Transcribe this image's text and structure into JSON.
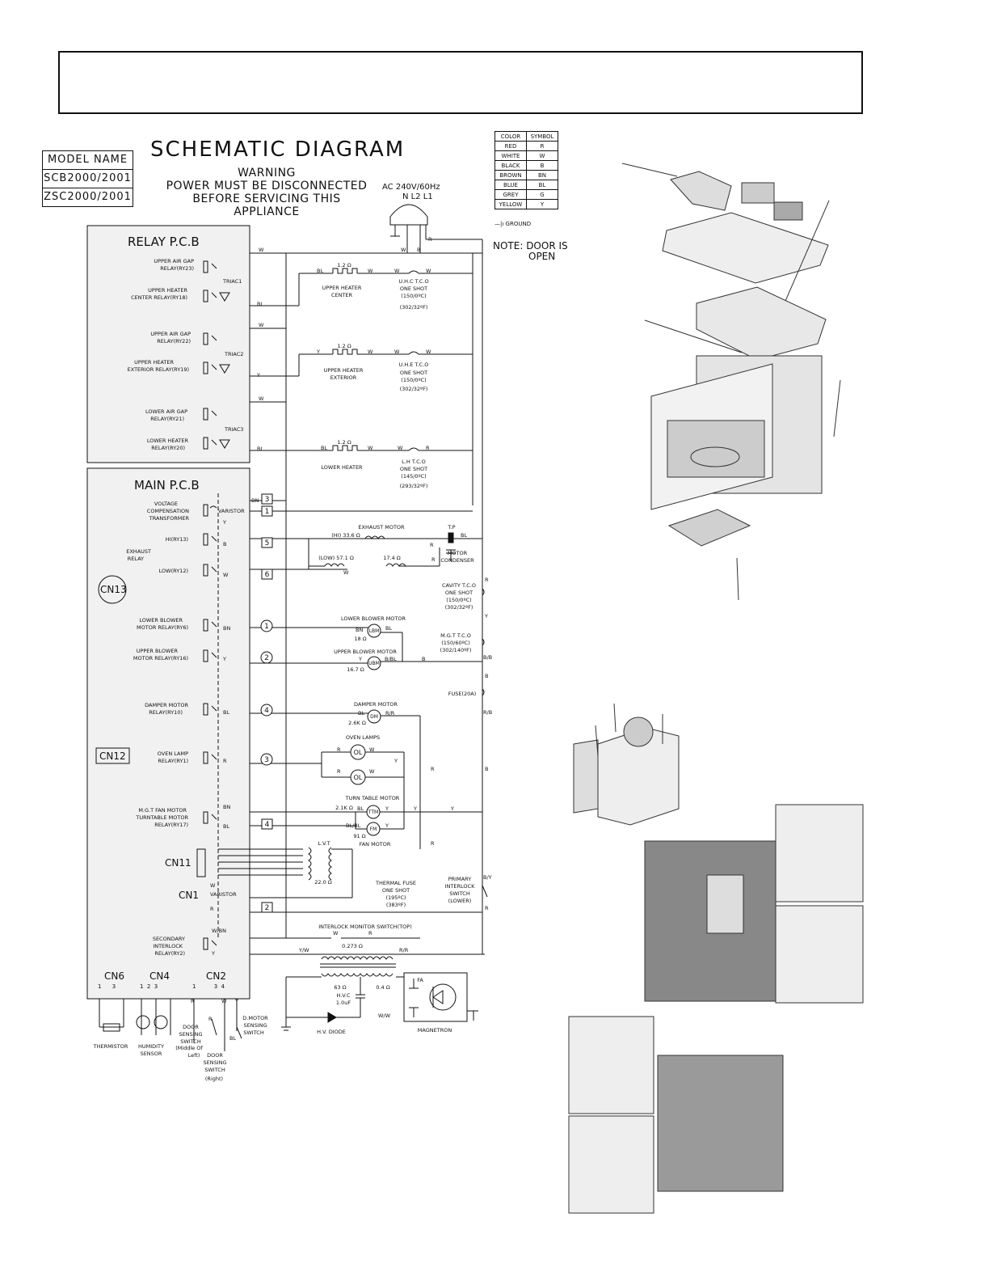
{
  "model_box": {
    "heading": "MODEL NAME",
    "models": [
      "SCB2000/2001",
      "ZSC2000/2001"
    ]
  },
  "title": "SCHEMATIC DIAGRAM",
  "warning": {
    "heading": "WARNING",
    "line1": "POWER MUST BE DISCONNECTED",
    "line2": "BEFORE SERVICING THIS APPLIANCE"
  },
  "power": {
    "label": "AC 240V/60Hz",
    "terminals": "N L2 L1"
  },
  "color_table": {
    "headers": [
      "COLOR",
      "SYMBOL"
    ],
    "rows": [
      [
        "RED",
        "R"
      ],
      [
        "WHITE",
        "W"
      ],
      [
        "BLACK",
        "B"
      ],
      [
        "BROWN",
        "BN"
      ],
      [
        "BLUE",
        "BL"
      ],
      [
        "GREY",
        "G"
      ],
      [
        "YELLOW",
        "Y"
      ]
    ]
  },
  "ground_label": "GROUND",
  "note": {
    "line1": "NOTE: DOOR IS",
    "line2": "OPEN"
  },
  "relay_pcb": {
    "title": "RELAY P.C.B",
    "relays": [
      {
        "l1": "UPPER AIR GAP",
        "l2": "RELAY(RY23)"
      },
      {
        "l1": "UPPER HEATER",
        "l2": "CENTER RELAY(RY18)",
        "triac": "TRIAC1"
      },
      {
        "l1": "UPPER AIR GAP",
        "l2": "RELAY(RY22)"
      },
      {
        "l1": "UPPER HEATER",
        "l2": "EXTERIOR RELAY(RY19)",
        "triac": "TRIAC2"
      },
      {
        "l1": "LOWER AIR GAP",
        "l2": "RELAY(RY21)"
      },
      {
        "l1": "LOWER HEATER",
        "l2": "RELAY(RY20)",
        "triac": "TRIAC3"
      }
    ]
  },
  "main_pcb": {
    "title": "MAIN P.C.B",
    "cn13": "CN13",
    "cn12": "CN12",
    "cn11": "CN11",
    "cn1": "CN1",
    "relays": [
      {
        "l1": "VOLTAGE",
        "l2": "COMPENSATION",
        "l3": "TRANSFORMER",
        "extra": "VARISTOR"
      },
      {
        "l1": "HI(RY13)"
      },
      {
        "l1": "EXHAUST",
        "l2": "RELAY"
      },
      {
        "l1": "LOW(RY12)"
      },
      {
        "l1": "LOWER BLOWER",
        "l2": "MOTOR RELAY(RY6)"
      },
      {
        "l1": "UPPER BLOWER",
        "l2": "MOTOR RELAY(RY16)"
      },
      {
        "l1": "DAMPER MOTOR",
        "l2": "RELAY(RY10)"
      },
      {
        "l1": "OVEN LAMP",
        "l2": "RELAY(RY1)"
      },
      {
        "l1": "M.G.T FAN MOTOR",
        "l2": "TURNTABLE MOTOR",
        "l3": "RELAY(RY17)"
      },
      {
        "l1": "SECONDARY",
        "l2": "INTERLOCK",
        "l3": "RELAY(RY2)"
      }
    ],
    "varistor2": "VARISTOR",
    "connectors": {
      "cn6": "CN6",
      "cn6_pins": "1      3",
      "cn4": "CN4",
      "cn4_pins": "1  2  3",
      "cn2": "CN2",
      "cn2_pins": "1          3  4"
    }
  },
  "pin_boxes": [
    "3",
    "1",
    "5",
    "6",
    "4",
    "2"
  ],
  "pin_circles": [
    "1",
    "2",
    "4",
    "3"
  ],
  "heaters": [
    {
      "res": "1.2 Ω",
      "name": [
        "UPPER HEATER",
        "CENTER"
      ],
      "tco": [
        "U.H.C T.C.O",
        "ONE SHOT",
        "(150/0ºC)",
        "(302/32ºF)"
      ]
    },
    {
      "res": "1.2 Ω",
      "name": [
        "UPPER HEATER",
        "EXTERIOR"
      ],
      "tco": [
        "U.H.E T.C.O",
        "ONE SHOT",
        "(150/0ºC)",
        "(302/32ºF)"
      ]
    },
    {
      "res": "1.2 Ω",
      "name": [
        "LOWER HEATER"
      ],
      "tco": [
        "L.H T.C.O",
        "ONE SHOT",
        "(145/0ºC)",
        "(293/32ºF)"
      ]
    }
  ],
  "exhaust": {
    "title": "EXHAUST MOTOR",
    "hi": "(HI) 33.6 Ω",
    "low": "(LOW) 57.1 Ω",
    "r2": "17.4 Ω",
    "tp": "T.P",
    "cond": [
      "MOTOR",
      "CONDENSER"
    ]
  },
  "cavity_tco": [
    "CAVITY T.C.O",
    "ONE SHOT",
    "(150/0ºC)",
    "(302/32ºF)"
  ],
  "mgt_tco": [
    "M.G.T T.C.O",
    "(150/60ºC)",
    "(302/140ºF)"
  ],
  "fuse": "FUSE(20A)",
  "lower_blower": {
    "title": "LOWER BLOWER MOTOR",
    "sym": "LBM",
    "res": "18 Ω"
  },
  "upper_blower": {
    "title": "UPPER BLOWER MOTOR",
    "sym": "UBM",
    "res": "16.7 Ω"
  },
  "damper": {
    "title": "DAMPER MOTOR",
    "sym": "DM",
    "res": "2.6K Ω"
  },
  "oven_lamps": {
    "title": "OVEN LAMPS",
    "sym": "OL"
  },
  "turntable": {
    "title": "TURN TABLE MOTOR",
    "sym": "TTM",
    "res": "2.1K Ω"
  },
  "fan_motor": {
    "title": "FAN MOTOR",
    "sym": "FM",
    "res": "91 Ω"
  },
  "lvt": {
    "title": "L.V.T",
    "res": "22.0 Ω"
  },
  "thermal_fuse": [
    "THERMAL FUSE",
    "ONE SHOT",
    "(195ºC)",
    "(383ºF)"
  ],
  "primary_interlock": [
    "PRIMARY",
    "INTERLOCK",
    "SWITCH",
    "(LOWER)"
  ],
  "interlock_monitor": "INTERLOCK MONITOR SWITCH(TOP)",
  "hv_transformer": {
    "res": "0.273 Ω",
    "res2": "63 Ω",
    "res3": "0.4 Ω"
  },
  "hvc": [
    "H.V.C",
    "1.0uF"
  ],
  "hv_diode": "H.V. DIODE",
  "magnetron": "MAGNETRON",
  "fa": "FA",
  "bottom": {
    "thermistor": "THERMISTOR",
    "humidity": [
      "HUMIDITY",
      "SENSOR"
    ],
    "door_left": [
      "DOOR",
      "SENSING",
      "SWITCH",
      "(Middle Of",
      "Left)"
    ],
    "door_right": [
      "DOOR",
      "SENSING",
      "SWITCH",
      "(Right)"
    ],
    "dmotor": [
      "D.MOTOR",
      "SENSING",
      "SWITCH"
    ]
  },
  "wires": {
    "W": "W",
    "B": "B",
    "R": "R",
    "BL": "BL",
    "Y": "Y",
    "BN": "BN",
    "RR": "R/R",
    "BB": "B/B",
    "BBL": "B/BL",
    "RB": "R/B",
    "BY": "B/Y",
    "WBN": "W/BN",
    "YW": "Y/W",
    "WW": "W/W",
    "BLBL": "BL/BL"
  }
}
